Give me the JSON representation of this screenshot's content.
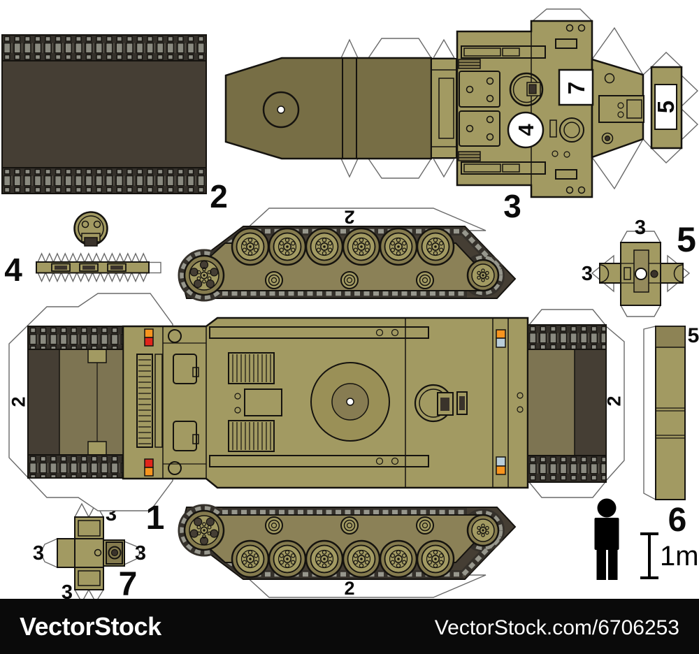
{
  "palette": {
    "khaki": "#a29a62",
    "khaki_dark": "#857b4e",
    "olive": "#7d7452",
    "mantlet": "#776e45",
    "panel": "#8b8157",
    "ring_outer": "#9a9057",
    "ring_inner": "#877c52",
    "brown_dark": "#453e34",
    "track_bg": "#35312b",
    "track_light": "#8f8f86",
    "link_light": "#97978d",
    "detail_dark": "#3a332b",
    "orange": "#f7941e",
    "red": "#e1251b",
    "light_blue": "#b9cdd9",
    "outline": "#15130f",
    "tab_line": "#6a6a6a",
    "label": "#0b0b0b",
    "footer_bg": "#0a0a0a",
    "footer_text": "#ffffff"
  },
  "labels": {
    "part1": "1",
    "part2": "2",
    "part3": "3",
    "part4": "4",
    "part5": "5",
    "part6": "6",
    "part7": "7"
  },
  "attachments": {
    "turret_hatch_circle": "4",
    "turret_top_box": "7",
    "turret_rear_plate": "5",
    "skirt_top": "5",
    "cupola_tab_top": "3",
    "cupola_tab_left": "3",
    "box_tab_top": "3",
    "box_tab_left": "3",
    "box_tab_right": "3",
    "box_tab_bottom": "3",
    "track_flap_top": "2",
    "track_flap_bottom": "2",
    "hull_flap_left": "2",
    "hull_flap_right": "2"
  },
  "scale_marker": {
    "label": "1m",
    "figure_icon": "person-icon"
  },
  "footer": {
    "brand": "VectorStock",
    "watermark": "VectorStock.com/6706253"
  }
}
